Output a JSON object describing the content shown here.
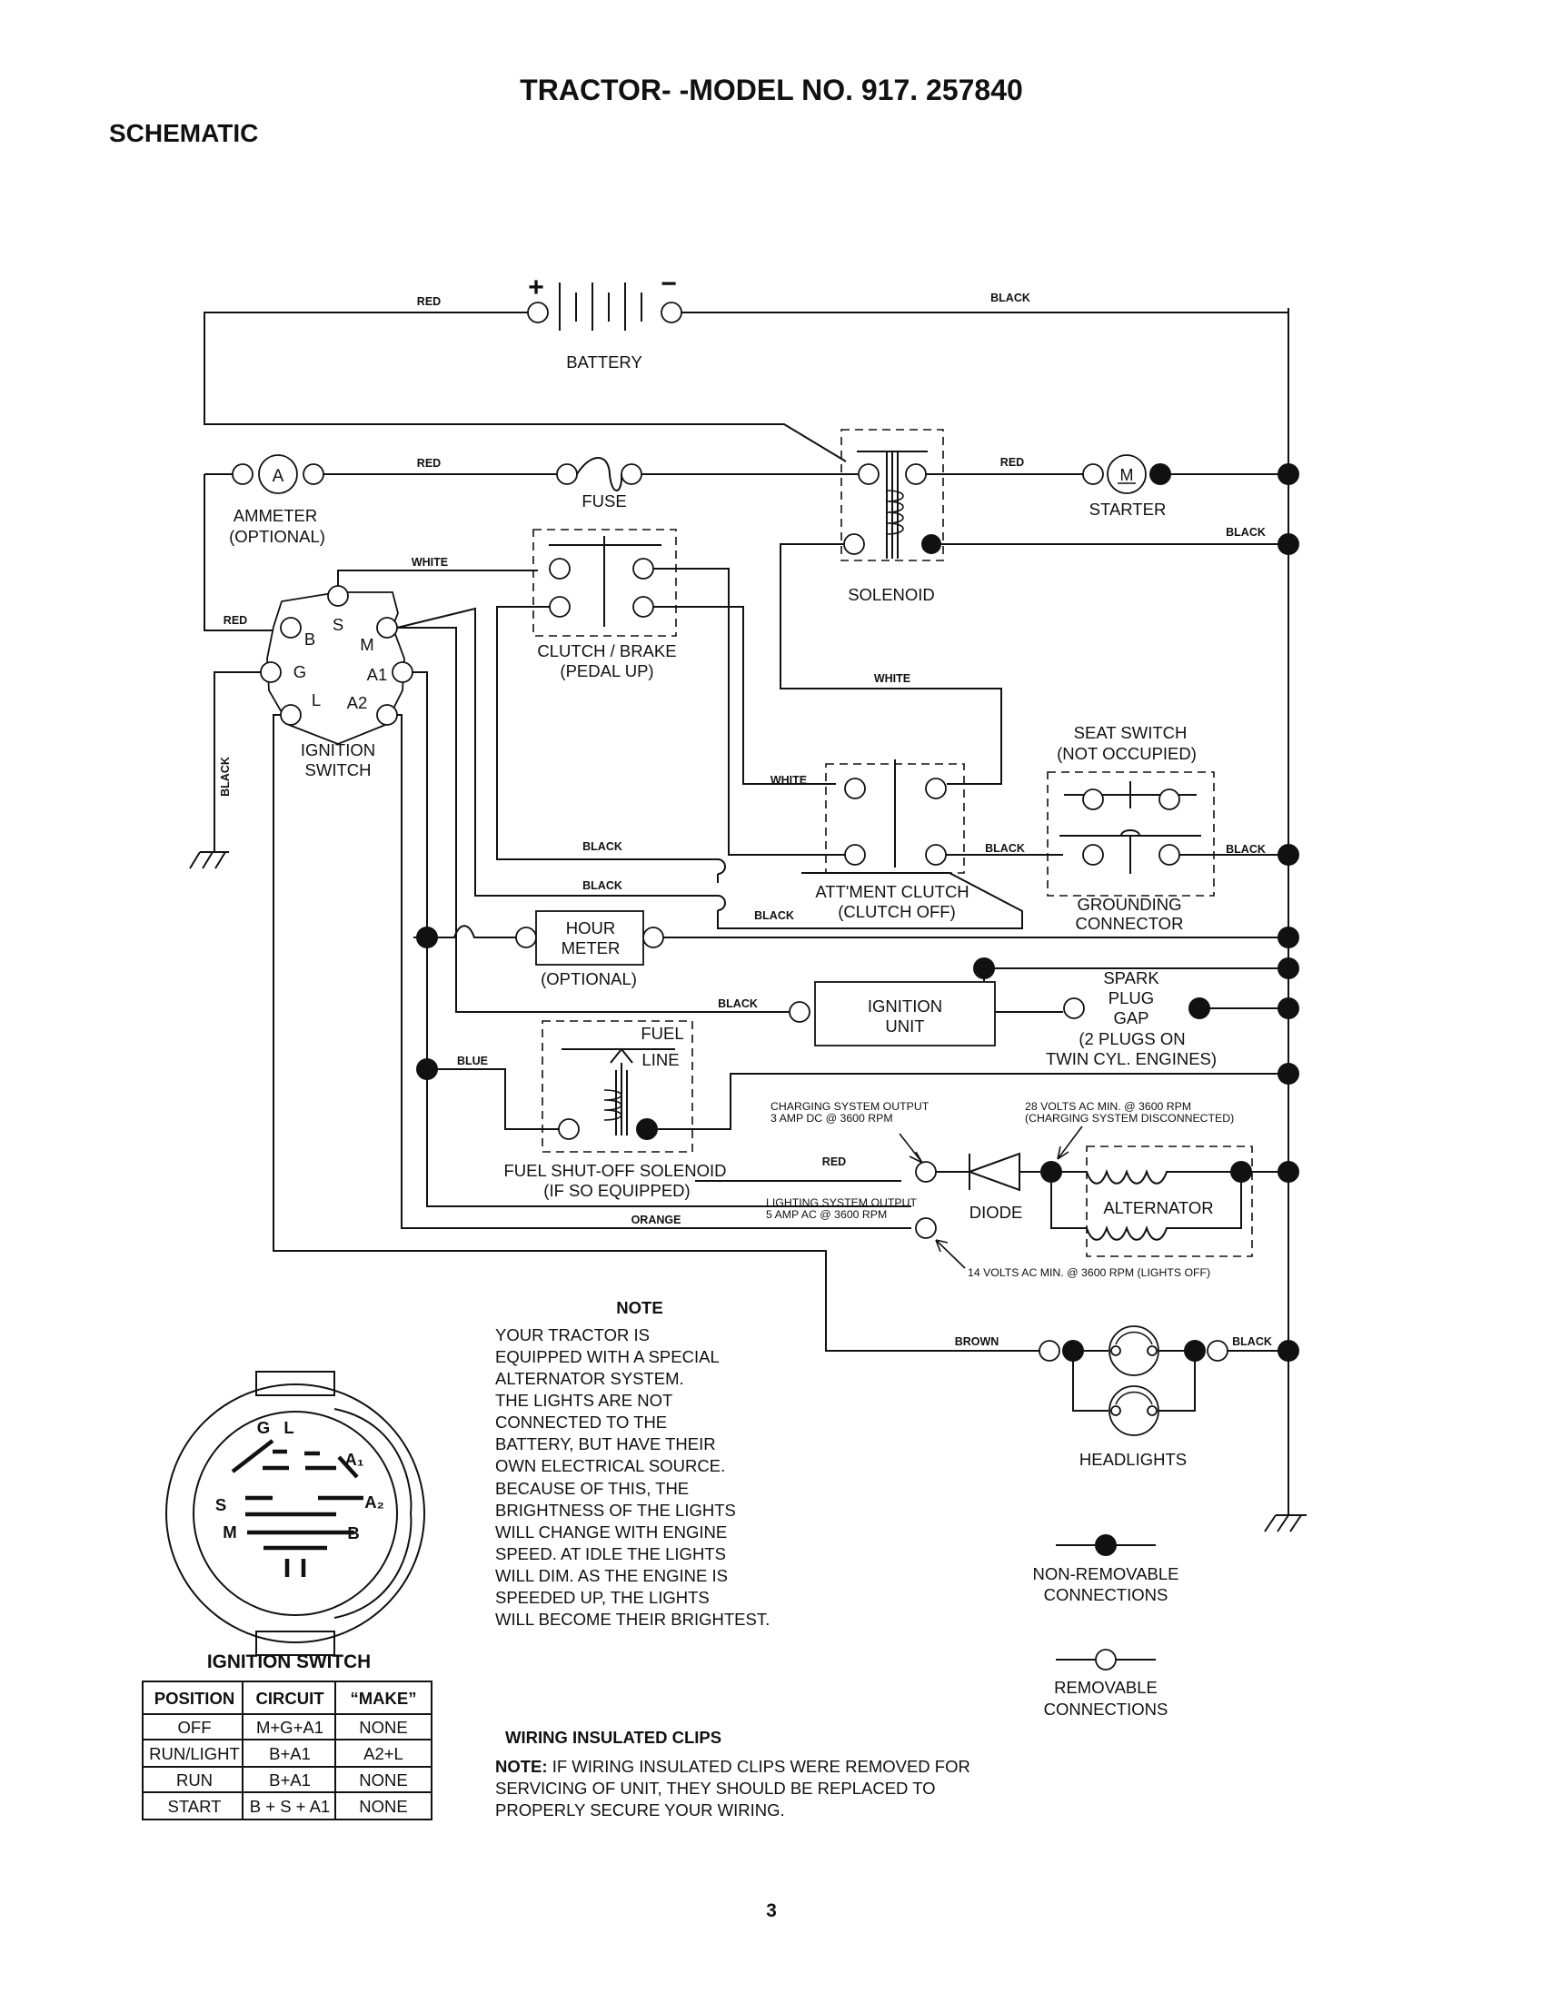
{
  "header": {
    "title": "TRACTOR- -MODEL NO. 917. 257840",
    "section": "SCHEMATIC",
    "page_number": "3"
  },
  "components": {
    "battery": "BATTERY",
    "battery_plus": "+",
    "battery_minus": "−",
    "ammeter_letter": "A",
    "ammeter_line1": "AMMETER",
    "ammeter_line2": "(OPTIONAL)",
    "fuse": "FUSE",
    "starter_letter": "M",
    "starter": "STARTER",
    "solenoid": "SOLENOID",
    "clutch_brake_line1": "CLUTCH / BRAKE",
    "clutch_brake_line2": "(PEDAL UP)",
    "ignition_switch_line1": "IGNITION",
    "ignition_switch_line2": "SWITCH",
    "term_b": "B",
    "term_s": "S",
    "term_m": "M",
    "term_g": "G",
    "term_a1": "A1",
    "term_l": "L",
    "term_a2": "A2",
    "seat_switch_line1": "SEAT SWITCH",
    "seat_switch_line2": "(NOT OCCUPIED)",
    "attment_clutch_line1": "ATT'MENT CLUTCH",
    "attment_clutch_line2": "(CLUTCH OFF)",
    "grounding_line1": "GROUNDING",
    "grounding_line2": "CONNECTOR",
    "hour_meter_line1": "HOUR",
    "hour_meter_line2": "METER",
    "hour_meter_opt": "(OPTIONAL)",
    "ignition_unit_line1": "IGNITION",
    "ignition_unit_line2": "UNIT",
    "spark_line1": "SPARK",
    "spark_line2": "PLUG",
    "spark_line3": "GAP",
    "spark_line4": "(2 PLUGS ON",
    "spark_line5": "TWIN CYL. ENGINES)",
    "fuel_line1": "FUEL",
    "fuel_line2": "LINE",
    "fuel_sol_line1": "FUEL SHUT-OFF SOLENOID",
    "fuel_sol_line2": "(IF SO EQUIPPED)",
    "charging_line1": "CHARGING SYSTEM OUTPUT",
    "charging_line2": "3 AMP DC @ 3600 RPM",
    "volts28_line1": "28 VOLTS AC MIN. @ 3600 RPM",
    "volts28_line2": "(CHARGING SYSTEM DISCONNECTED)",
    "lighting_line1": "LIGHTING SYSTEM OUTPUT",
    "lighting_line2": "5 AMP AC @ 3600 RPM",
    "diode": "DIODE",
    "alternator": "ALTERNATOR",
    "volts14": "14 VOLTS AC MIN. @ 3600 RPM (LIGHTS OFF)",
    "headlights": "HEADLIGHTS"
  },
  "wires": {
    "red": "RED",
    "black": "BLACK",
    "white": "WHITE",
    "blue": "BLUE",
    "orange": "ORANGE",
    "brown": "BROWN"
  },
  "note": {
    "title": "NOTE",
    "lines": [
      "YOUR TRACTOR IS",
      "EQUIPPED WITH A SPECIAL",
      "ALTERNATOR SYSTEM.",
      "THE LIGHTS ARE NOT",
      "CONNECTED TO THE",
      "BATTERY, BUT HAVE THEIR",
      "OWN ELECTRICAL SOURCE.",
      "BECAUSE OF THIS, THE",
      "BRIGHTNESS OF THE LIGHTS",
      "WILL CHANGE WITH ENGINE",
      "SPEED.  AT IDLE THE LIGHTS",
      "WILL DIM.  AS THE ENGINE IS",
      "SPEEDED UP, THE LIGHTS",
      "WILL BECOME THEIR BRIGHTEST."
    ]
  },
  "legend": {
    "nonremovable_line1": "NON-REMOVABLE",
    "nonremovable_line2": "CONNECTIONS",
    "removable_line1": "REMOVABLE",
    "removable_line2": "CONNECTIONS"
  },
  "ignition_diagram": {
    "title": "IGNITION SWITCH",
    "letters": {
      "g": "G",
      "l": "L",
      "a1": "A₁",
      "s": "S",
      "a2": "A₂",
      "m": "M",
      "b": "B"
    }
  },
  "ignition_table": {
    "headers": [
      "POSITION",
      "CIRCUIT",
      "“MAKE”"
    ],
    "rows": [
      [
        "OFF",
        "M+G+A1",
        "NONE"
      ],
      [
        "RUN/LIGHT",
        "B+A1",
        "A2+L"
      ],
      [
        "RUN",
        "B+A1",
        "NONE"
      ],
      [
        "START",
        "B + S + A1",
        "NONE"
      ]
    ]
  },
  "clips": {
    "title": "WIRING INSULATED CLIPS",
    "note_label": "NOTE:",
    "note_line1": " IF WIRING INSULATED CLIPS WERE REMOVED FOR",
    "note_line2": "SERVICING OF UNIT, THEY SHOULD BE REPLACED TO",
    "note_line3": "PROPERLY SECURE YOUR WIRING."
  }
}
